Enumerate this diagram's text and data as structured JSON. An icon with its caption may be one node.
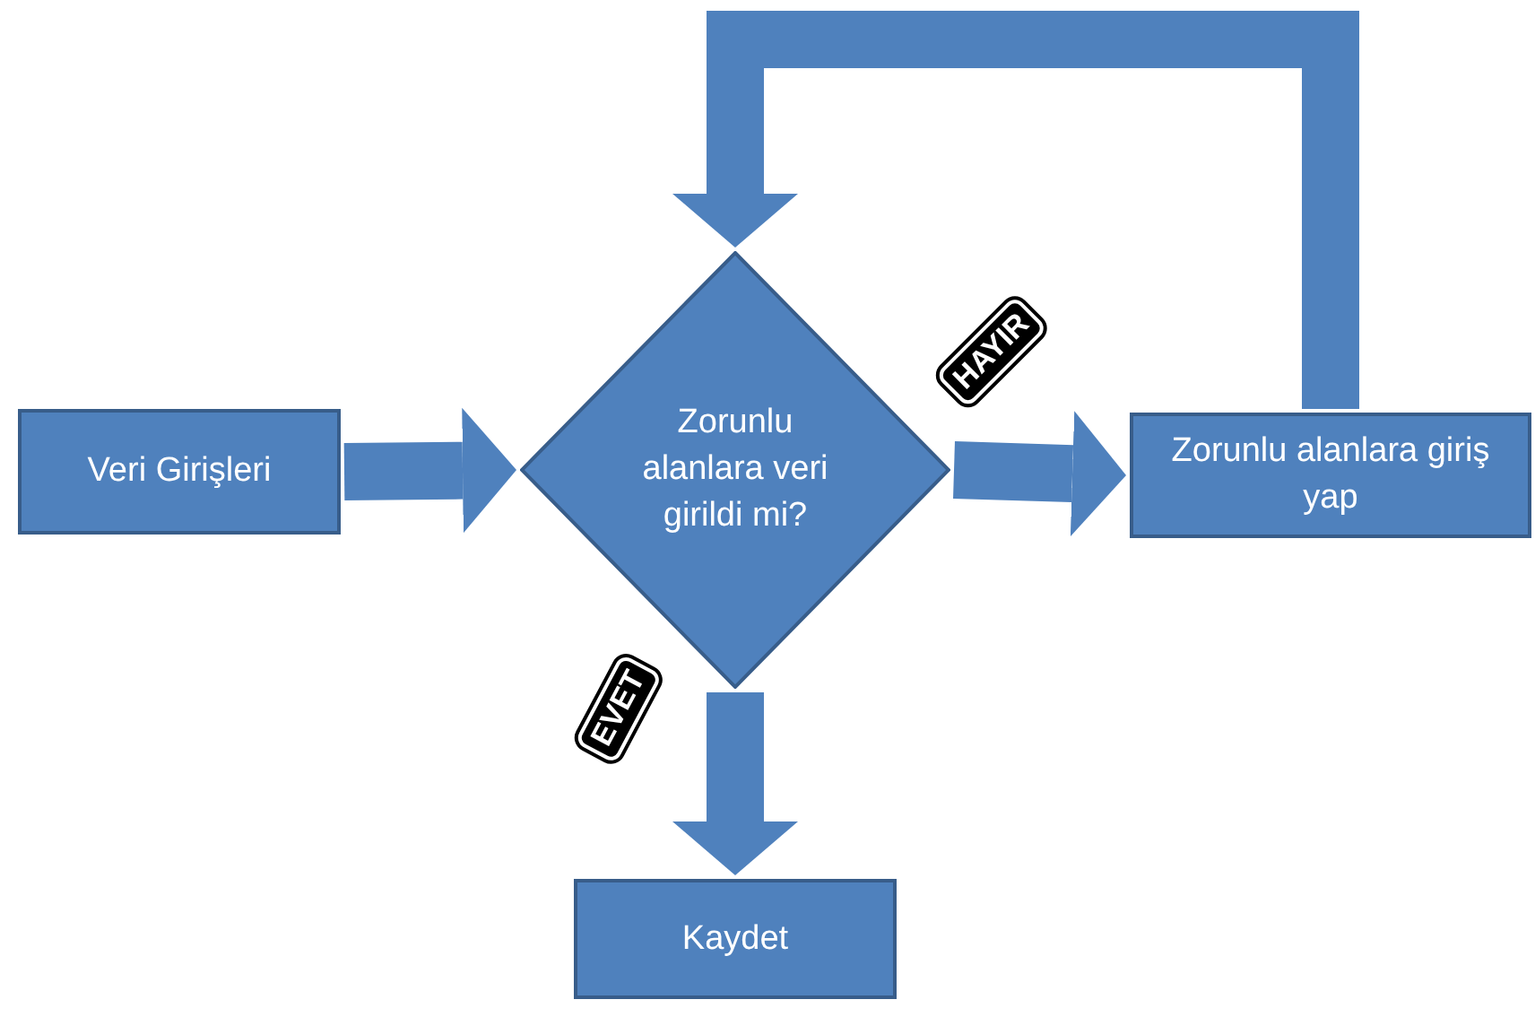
{
  "diagram": {
    "nodes": [
      {
        "text": [
          "Veri Girişleri"
        ]
      },
      {
        "text": [
          "Zorunlu alanlara veri girildi mi?"
        ]
      },
      {
        "text": [
          "Zorunlu alanlara giriş yap"
        ]
      },
      {
        "text": [
          "Kaydet"
        ]
      }
    ],
    "edges": [
      {
        "from": 0,
        "to": 1,
        "arrow": "to"
      },
      {
        "from": 1,
        "to": 2,
        "arrow": "to",
        "label": "HAYIR"
      },
      {
        "from": 1,
        "to": 3,
        "arrow": "to",
        "label": "EVET"
      },
      {
        "from": 2,
        "to": 1,
        "arrow": "to"
      }
    ]
  }
}
